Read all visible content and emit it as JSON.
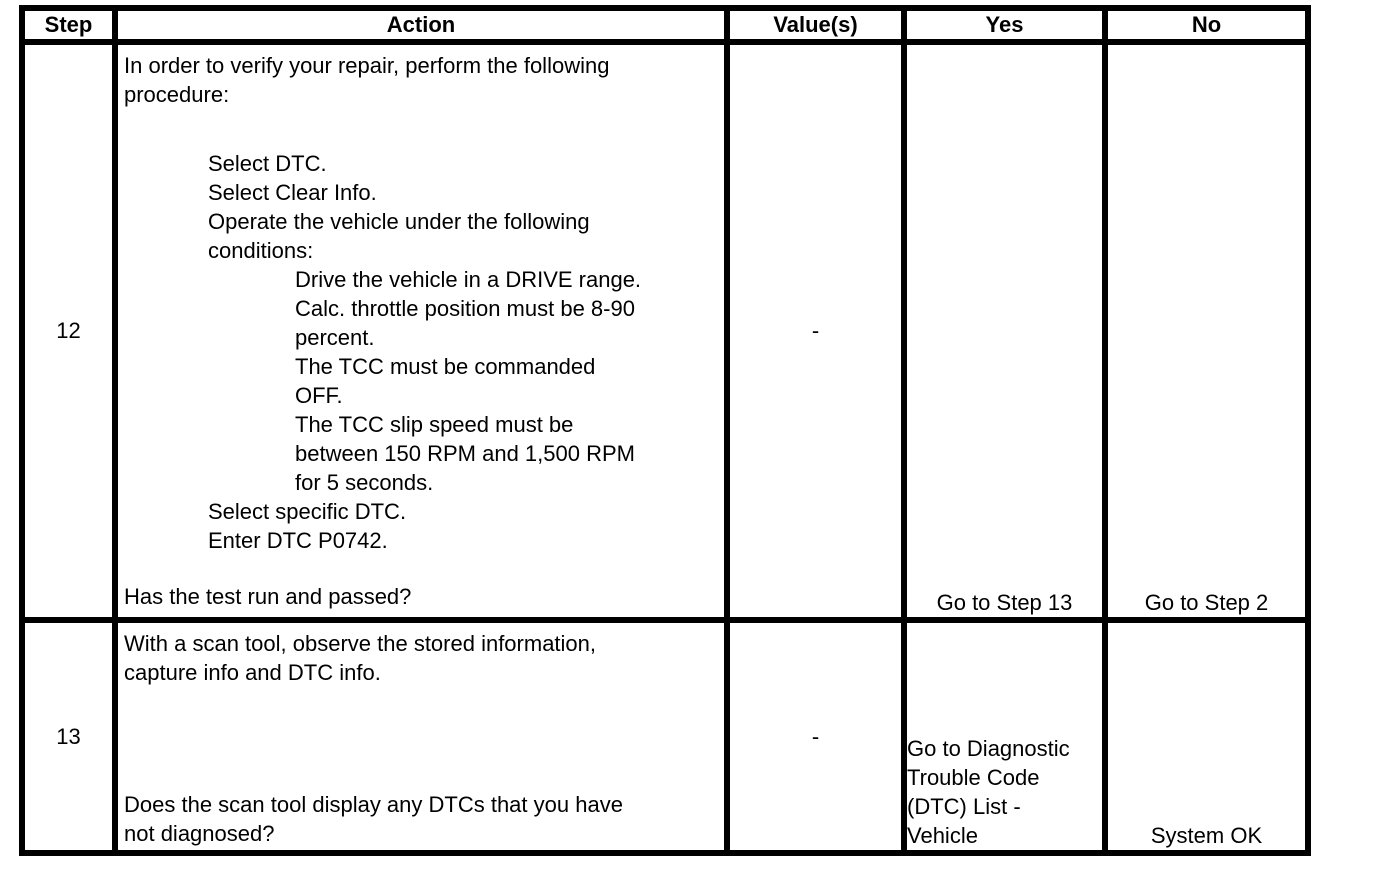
{
  "colors": {
    "border": "#000000",
    "text": "#000000",
    "page_background": "#ffffff"
  },
  "table": {
    "headers": [
      "Step",
      "Action",
      "Value(s)",
      "Yes",
      "No"
    ],
    "rows": [
      {
        "step": "12",
        "action": {
          "intro": [
            "In order to verify your repair, perform the following",
            "procedure:"
          ],
          "list": [
            {
              "indent": 1,
              "text": "Select DTC."
            },
            {
              "indent": 1,
              "text": "Select Clear Info."
            },
            {
              "indent": 1,
              "text": "Operate the vehicle under the following"
            },
            {
              "indent": 1,
              "text": "conditions:"
            },
            {
              "indent": 2,
              "text": "Drive the vehicle in a DRIVE range."
            },
            {
              "indent": 2,
              "text": "Calc. throttle position must be 8-90"
            },
            {
              "indent": 2,
              "text": "percent."
            },
            {
              "indent": 2,
              "text": "The TCC must be commanded"
            },
            {
              "indent": 2,
              "text": "OFF."
            },
            {
              "indent": 2,
              "text": "The TCC slip speed must be"
            },
            {
              "indent": 2,
              "text": "between 150 RPM and 1,500 RPM"
            },
            {
              "indent": 2,
              "text": "for 5 seconds."
            },
            {
              "indent": 1,
              "text": "Select specific DTC."
            },
            {
              "indent": 1,
              "text": "Enter DTC P0742."
            }
          ],
          "question": "Has the test run and passed?"
        },
        "value": "-",
        "yes": "Go to Step 13",
        "no": "Go to Step 2"
      },
      {
        "step": "13",
        "action": {
          "intro": [
            "With a scan tool, observe the stored information,",
            "capture info and DTC info."
          ],
          "question_lines": [
            "Does the scan tool display any DTCs that you have",
            "not diagnosed?"
          ]
        },
        "value": "-",
        "yes_lines": [
          "Go to Diagnostic",
          "Trouble Code",
          "(DTC) List -",
          "Vehicle"
        ],
        "no": "System OK"
      }
    ]
  }
}
